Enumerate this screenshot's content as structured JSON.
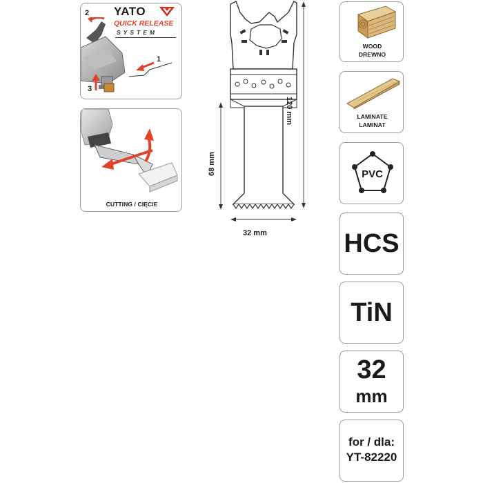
{
  "brand": {
    "logo_text": "YATO",
    "qr_line1": "QUICK RELEASE",
    "qr_line2": "SYSTEM",
    "steps": [
      "1",
      "2",
      "3"
    ]
  },
  "cutting_caption": "CUTTING / CIĘCIE",
  "dimensions": {
    "length": "120 mm",
    "body": "68 mm",
    "width": "32 mm"
  },
  "materials": {
    "wood_en": "WOOD",
    "wood_pl": "DREWNO",
    "laminate_en": "LAMINATE",
    "laminate_pl": "LAMINAT",
    "pvc": "PVC"
  },
  "specs": {
    "steel": "HCS",
    "coating": "TiN",
    "width_value": "32",
    "width_unit": "mm",
    "for_label": "for / dla:",
    "model": "YT-82220"
  },
  "colors": {
    "accent_red": "#e0432a",
    "brand_red": "#d52b1e",
    "panel_border": "#9a9a9a",
    "wood": "#d9b77a"
  },
  "icons": [
    "quick-release-tool-icon",
    "cutting-blade-icon",
    "wood-plank-icon",
    "laminate-board-icon",
    "pvc-pentagon-icon",
    "yato-logo-icon"
  ]
}
